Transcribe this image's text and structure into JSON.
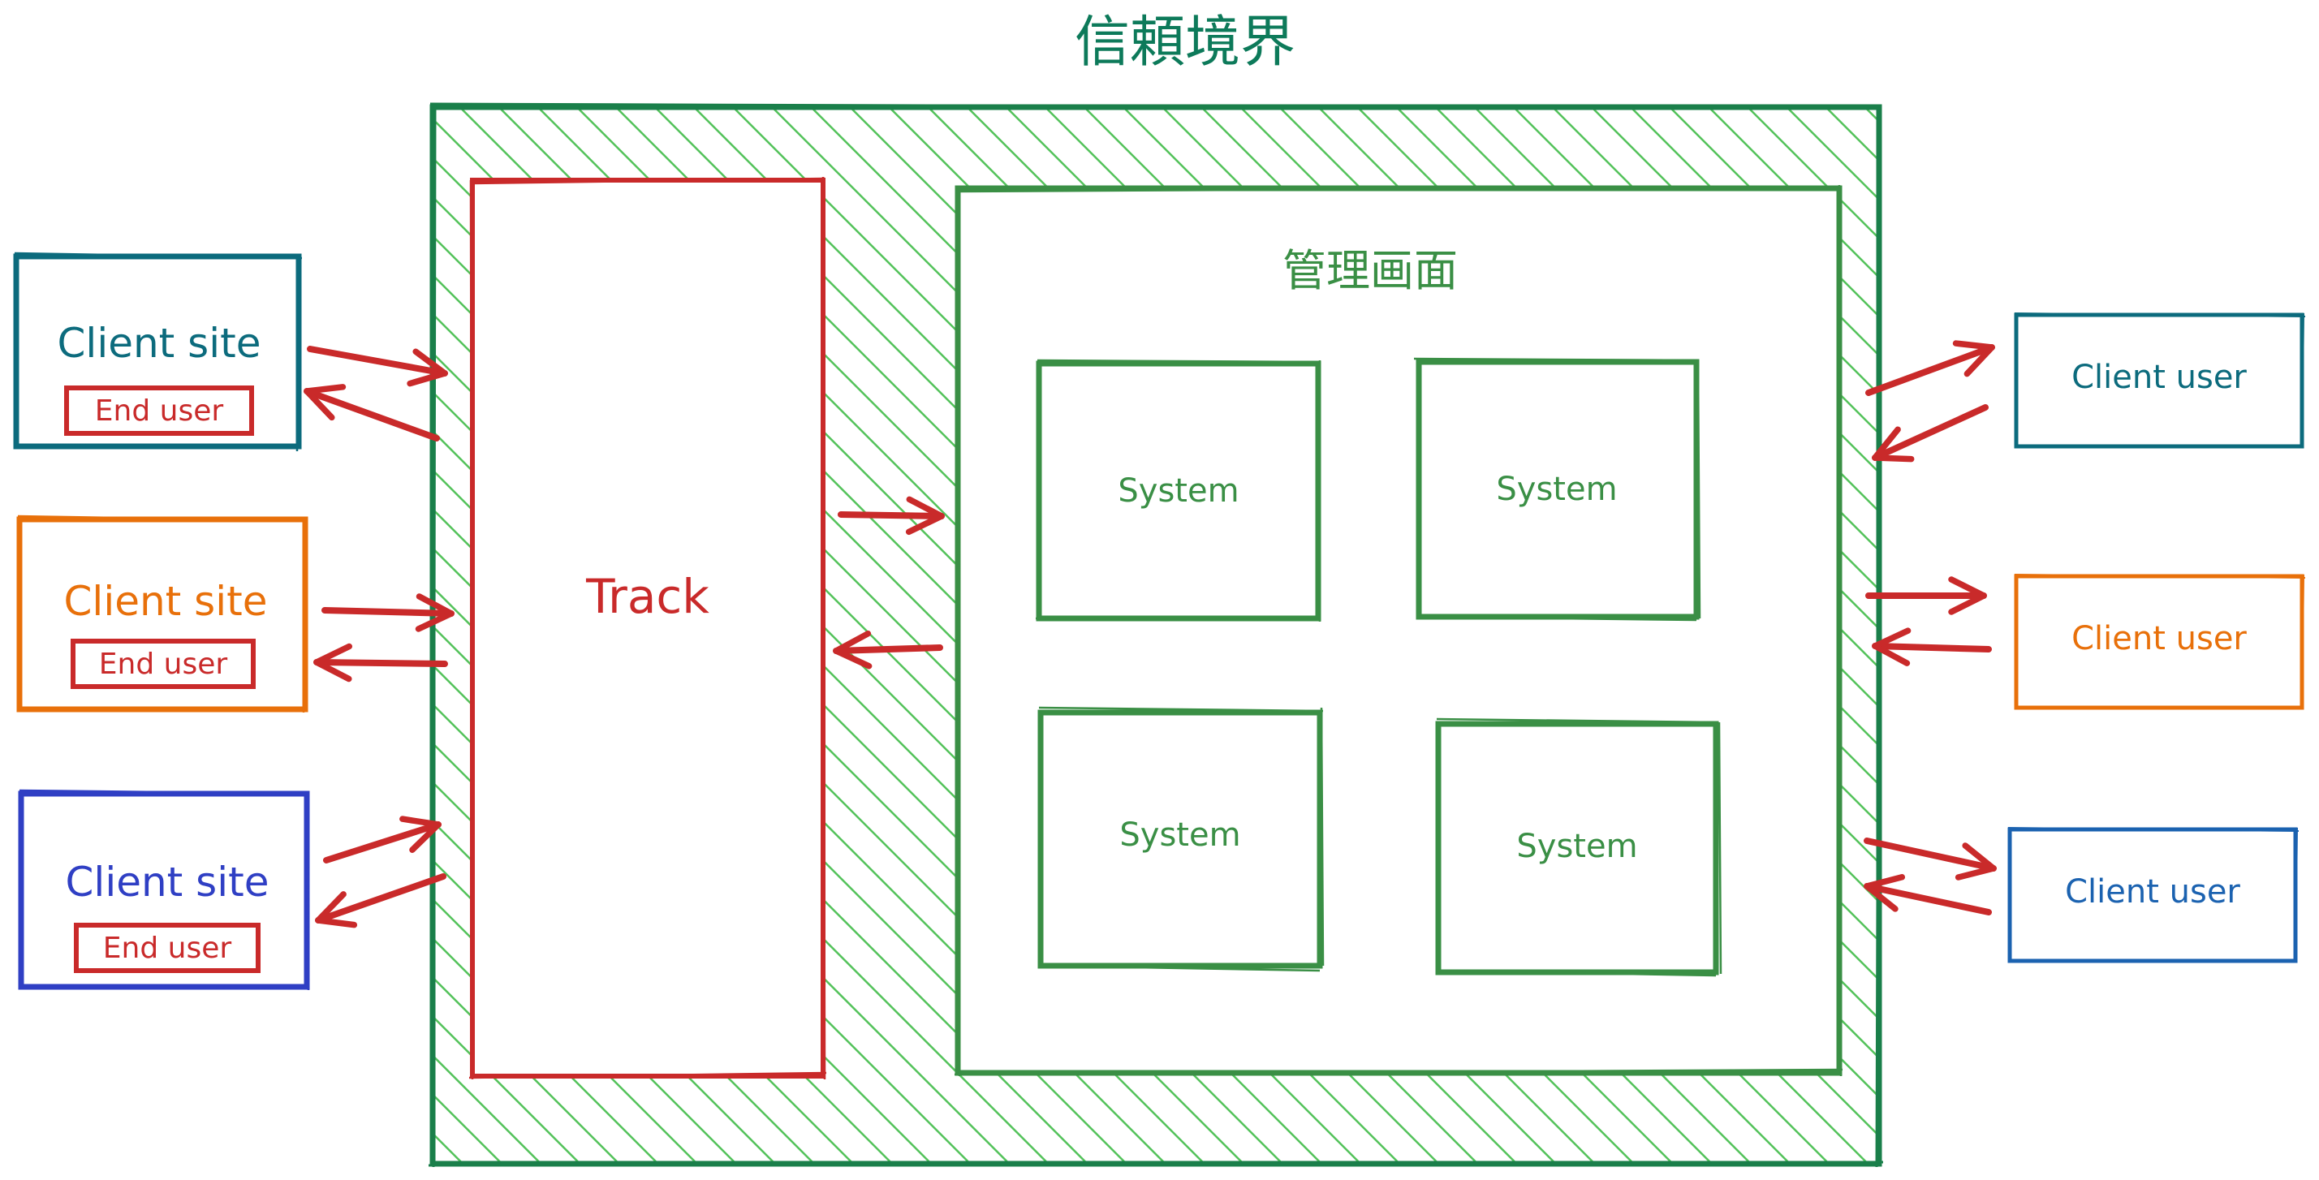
{
  "title": "信頼境界",
  "management": {
    "label": "管理画面"
  },
  "track": {
    "label": "Track"
  },
  "systems": [
    {
      "label": "System"
    },
    {
      "label": "System"
    },
    {
      "label": "System"
    },
    {
      "label": "System"
    }
  ],
  "client_sites": [
    {
      "label": "Client site",
      "sub_label": "End user",
      "color": "#0c6b7d"
    },
    {
      "label": "Client site",
      "sub_label": "End user",
      "color": "#e8700a"
    },
    {
      "label": "Client site",
      "sub_label": "End user",
      "color": "#2f3fc4"
    }
  ],
  "client_users": [
    {
      "label": "Client user",
      "color": "#0c6b7d"
    },
    {
      "label": "Client user",
      "color": "#e8700a"
    },
    {
      "label": "Client user",
      "color": "#1b62b0"
    }
  ],
  "colors": {
    "boundary_green": "#1a7f4a",
    "hatch_green": "#53c25a",
    "management_green": "#3a8f45",
    "track_red": "#c92a2a",
    "arrow_red": "#c92a2a",
    "title_green": "#0d7a5a"
  }
}
